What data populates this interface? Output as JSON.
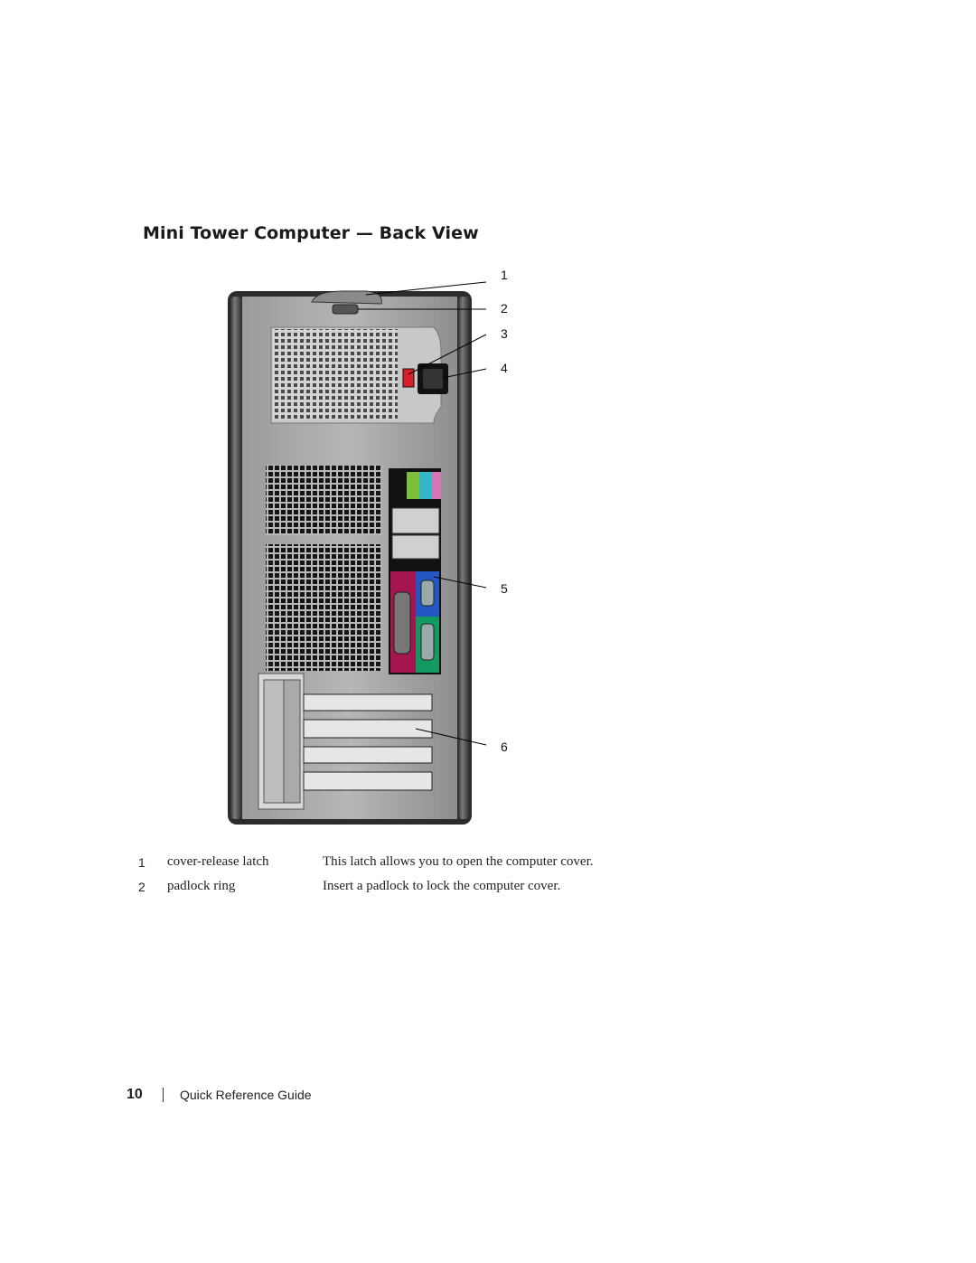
{
  "section_title": "Mini Tower Computer — Back View",
  "callouts": [
    "1",
    "2",
    "3",
    "4",
    "5",
    "6"
  ],
  "legend": [
    {
      "num": "1",
      "term": "cover-release latch",
      "desc": "This latch allows you to open the computer cover."
    },
    {
      "num": "2",
      "term": "padlock ring",
      "desc": "Insert a padlock to lock the computer cover."
    }
  ],
  "footer": {
    "page_number": "10",
    "guide_title": "Quick Reference Guide"
  },
  "colors": {
    "audio_green": "#7bbf3a",
    "audio_blue": "#36b7c8",
    "audio_pink": "#d774b4",
    "parallel_magenta": "#a4164d",
    "vga_blue": "#2457c4",
    "serial_green": "#139a63",
    "voltage_switch_red": "#d8202a"
  }
}
